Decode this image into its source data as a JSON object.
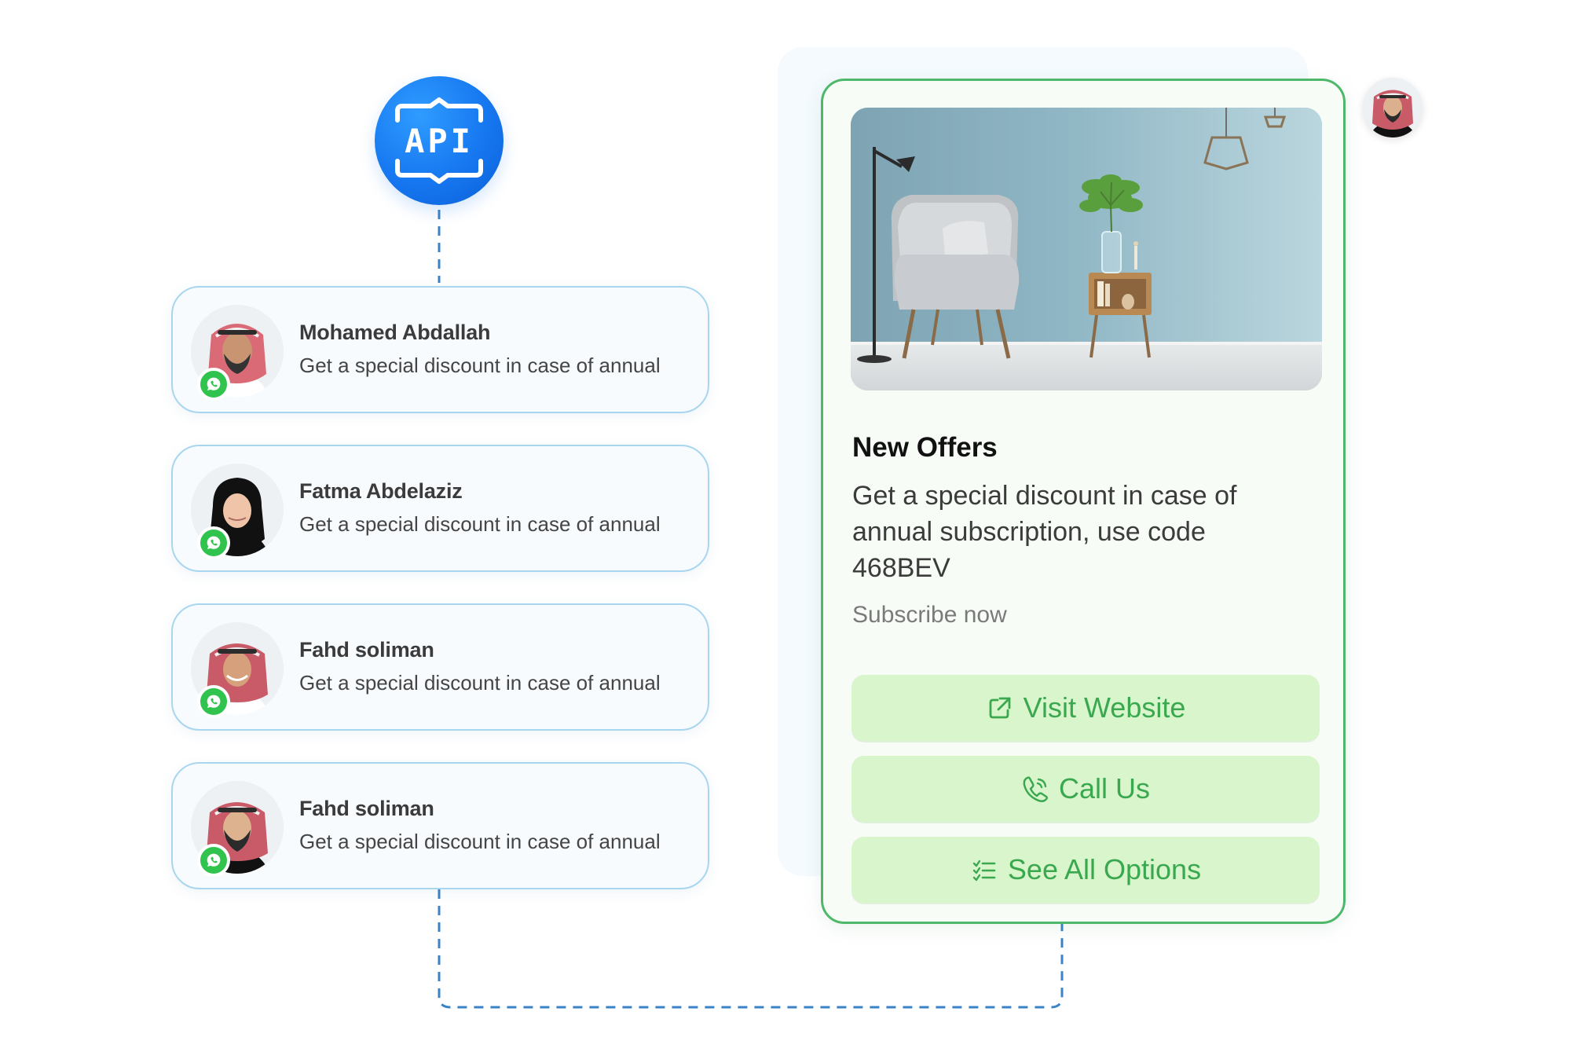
{
  "api": {
    "label": "API"
  },
  "contacts": [
    {
      "name": "Mohamed Abdallah",
      "message": "Get a special discount in case of annual"
    },
    {
      "name": "Fatma Abdelaziz",
      "message": "Get a special discount in case of annual"
    },
    {
      "name": "Fahd soliman",
      "message": "Get a special discount in case of annual"
    },
    {
      "name": "Fahd soliman",
      "message": "Get a special discount in case of annual"
    }
  ],
  "offer": {
    "title": "New Offers",
    "body": "Get a special discount in case of annual subscription, use code 468BEV",
    "footer": "Subscribe now",
    "buttons": {
      "visit_website": "Visit Website",
      "call_us": "Call Us",
      "see_all_options": "See All Options"
    }
  },
  "colors": {
    "accent_blue": "#1677f0",
    "card_border": "#a9d6ef",
    "offer_border": "#4eb86a",
    "button_bg": "#d9f5cb",
    "button_text": "#3aa84f",
    "whatsapp_green": "#30c34d"
  },
  "icons": {
    "api": "api-icon",
    "whatsapp": "whatsapp-icon",
    "external_link": "external-link-icon",
    "phone": "phone-icon",
    "list": "list-icon"
  }
}
